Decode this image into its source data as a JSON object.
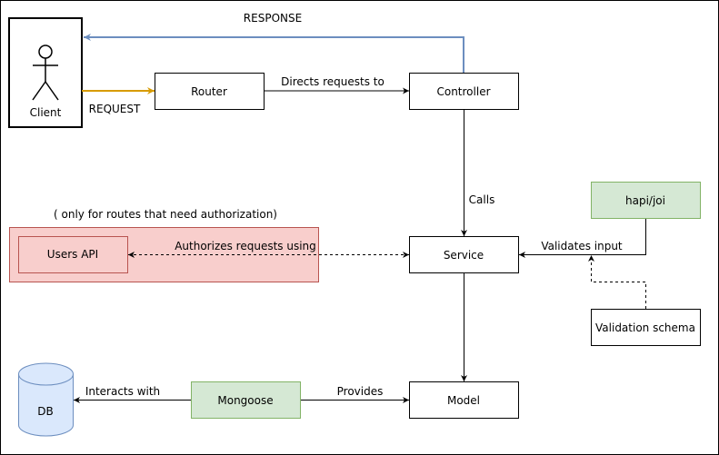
{
  "diagram": {
    "nodes": {
      "client": {
        "label": "Client"
      },
      "router": {
        "label": "Router"
      },
      "controller": {
        "label": "Controller"
      },
      "service": {
        "label": "Service"
      },
      "users_api": {
        "label": "Users API"
      },
      "hapi_joi": {
        "label": "hapi/joi"
      },
      "validation_schema": {
        "label": "Validation schema"
      },
      "model": {
        "label": "Model"
      },
      "mongoose": {
        "label": "Mongoose"
      },
      "db": {
        "label": "DB"
      }
    },
    "edges": {
      "response": "RESPONSE",
      "request": "REQUEST",
      "directs": "Directs requests to",
      "calls": "Calls",
      "authorizes": "Authorizes requests using",
      "validates": "Validates input",
      "provides": "Provides",
      "interacts": "Interacts with"
    },
    "notes": {
      "auth_note": "( only for routes that need authorization)"
    },
    "colors": {
      "response_arrow": "#6c8ebf",
      "request_arrow": "#d79b00",
      "auth_group_fill": "#f8cecc",
      "auth_group_stroke": "#b85450",
      "green_fill": "#d5e8d4",
      "green_stroke": "#82b366",
      "db_fill": "#dae8fc",
      "db_stroke": "#6c8ebf"
    }
  }
}
